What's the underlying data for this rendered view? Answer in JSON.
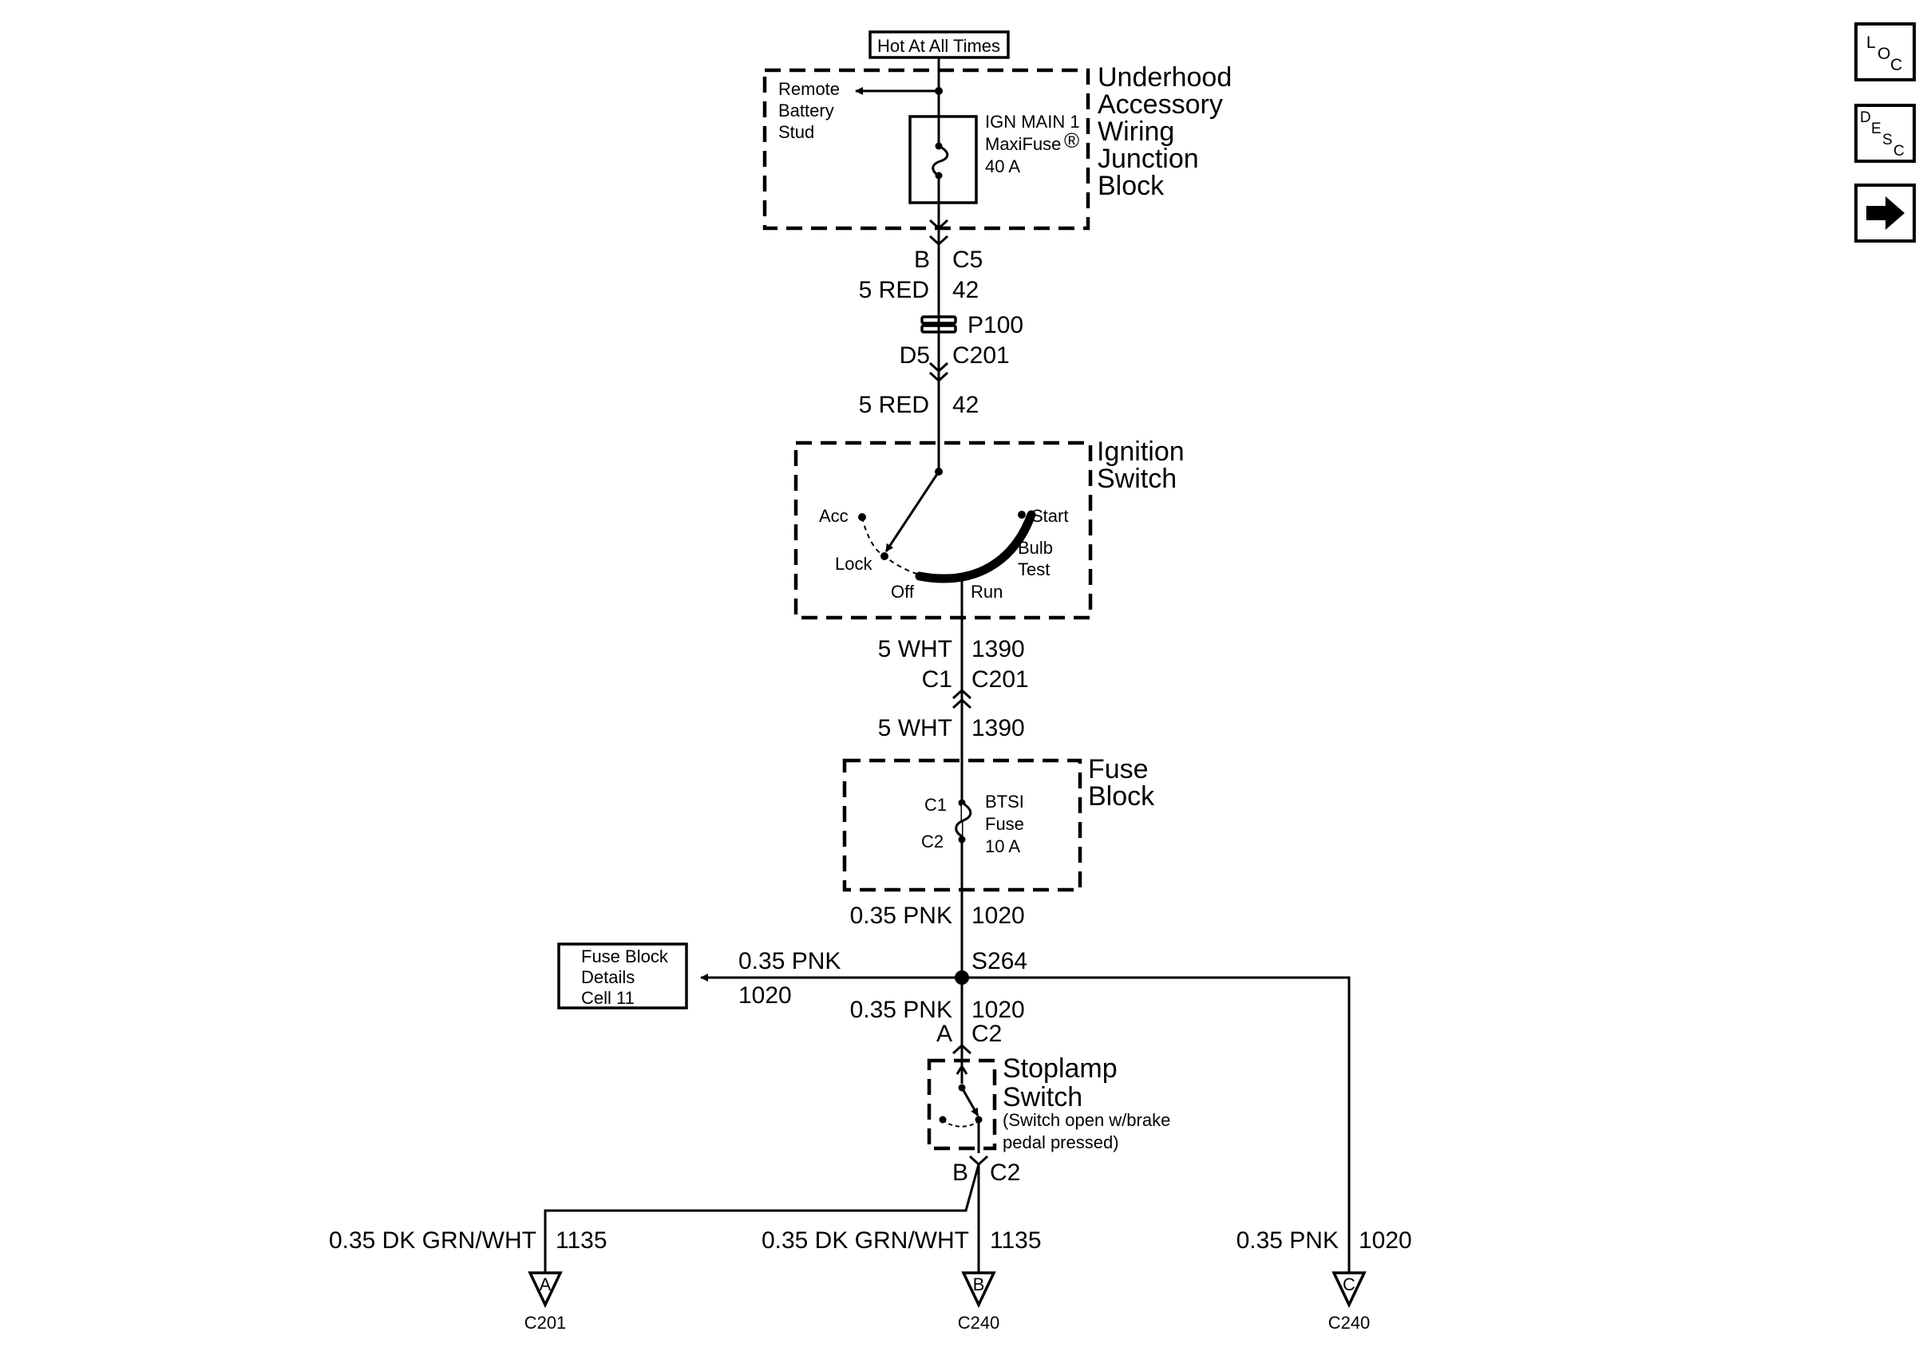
{
  "supply": {
    "label": "Hot At All Times"
  },
  "underhood_block": {
    "name_lines": [
      "Underhood",
      "Accessory",
      "Wiring",
      "Junction",
      "Block"
    ],
    "remote_battery_stud": [
      "Remote",
      "Battery",
      "Stud"
    ],
    "fuse_lines": [
      "IGN MAIN 1",
      "MaxiFuse",
      "40 A"
    ],
    "registered_mark": "®"
  },
  "wires": {
    "w1": {
      "pin": "B",
      "connector": "C5",
      "gauge_color": "5 RED",
      "circuit": "42"
    },
    "passthrough": "P100",
    "w2": {
      "pin": "D5",
      "connector": "C201",
      "gauge_color": "5 RED",
      "circuit": "42"
    },
    "w3": {
      "gauge_color": "5 WHT",
      "circuit": "1390",
      "pin": "C1",
      "connector": "C201"
    },
    "w4": {
      "gauge_color": "5 WHT",
      "circuit": "1390"
    },
    "w5": {
      "gauge_color": "0.35 PNK",
      "circuit": "1020"
    },
    "branch": {
      "gauge_color": "0.35 PNK",
      "circuit": "1020",
      "splice": "S264"
    },
    "w6": {
      "gauge_color": "0.35 PNK",
      "circuit": "1020",
      "pin": "A",
      "connector": "C2"
    },
    "w7": {
      "pin": "B",
      "connector": "C2"
    },
    "out_a": {
      "gauge_color": "0.35 DK GRN/WHT",
      "circuit": "1135"
    },
    "out_b": {
      "gauge_color": "0.35 DK GRN/WHT",
      "circuit": "1135"
    },
    "out_c": {
      "gauge_color": "0.35 PNK",
      "circuit": "1020"
    }
  },
  "ignition_switch": {
    "name_lines": [
      "Ignition",
      "Switch"
    ],
    "positions": {
      "acc": "Acc",
      "lock": "Lock",
      "off": "Off",
      "run": "Run",
      "start": "Start",
      "bulb": [
        "Bulb",
        "Test"
      ]
    }
  },
  "fuse_block": {
    "name_lines": [
      "Fuse",
      "Block"
    ],
    "pin_in": "C1",
    "pin_out": "C2",
    "fuse_lines": [
      "BTSI",
      "Fuse",
      "10 A"
    ]
  },
  "fuse_block_details": {
    "lines": [
      "Fuse Block",
      "Details",
      "Cell 11"
    ]
  },
  "stoplamp_switch": {
    "name_lines": [
      "Stoplamp",
      "Switch"
    ],
    "note_lines": [
      "(Switch open w/brake",
      "pedal pressed)"
    ]
  },
  "outputs": [
    {
      "letter": "A",
      "connector": "C201"
    },
    {
      "letter": "B",
      "connector": "C240"
    },
    {
      "letter": "C",
      "connector": "C240"
    }
  ],
  "nav": {
    "loc": [
      "L",
      "O",
      "C"
    ],
    "desc": [
      "D",
      "E",
      "S",
      "C"
    ],
    "next_icon": "arrow-right-icon"
  }
}
